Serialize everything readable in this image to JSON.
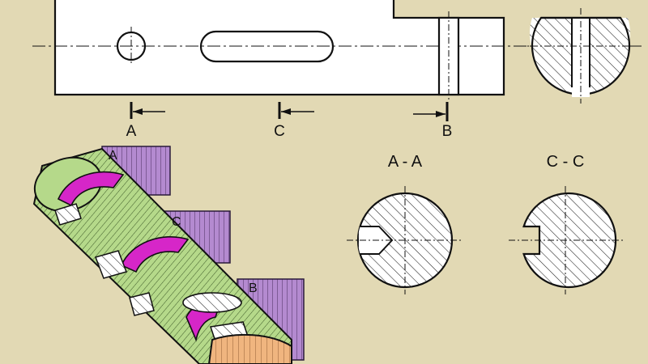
{
  "colors": {
    "background": "#e2d9b4",
    "outline": "#111111",
    "shaft_green": "#b5d98a",
    "groove_magenta": "#d626c8",
    "plane_violet": "#b48ad0",
    "end_face_orange": "#f0b57f",
    "hatch_fill": "#ffffff"
  },
  "labels": {
    "cut_a": "A",
    "cut_c": "C",
    "cut_b": "B",
    "plane_a": "A",
    "plane_c": "C",
    "plane_b": "B",
    "section_aa": "A - A",
    "section_cc": "C - C"
  }
}
